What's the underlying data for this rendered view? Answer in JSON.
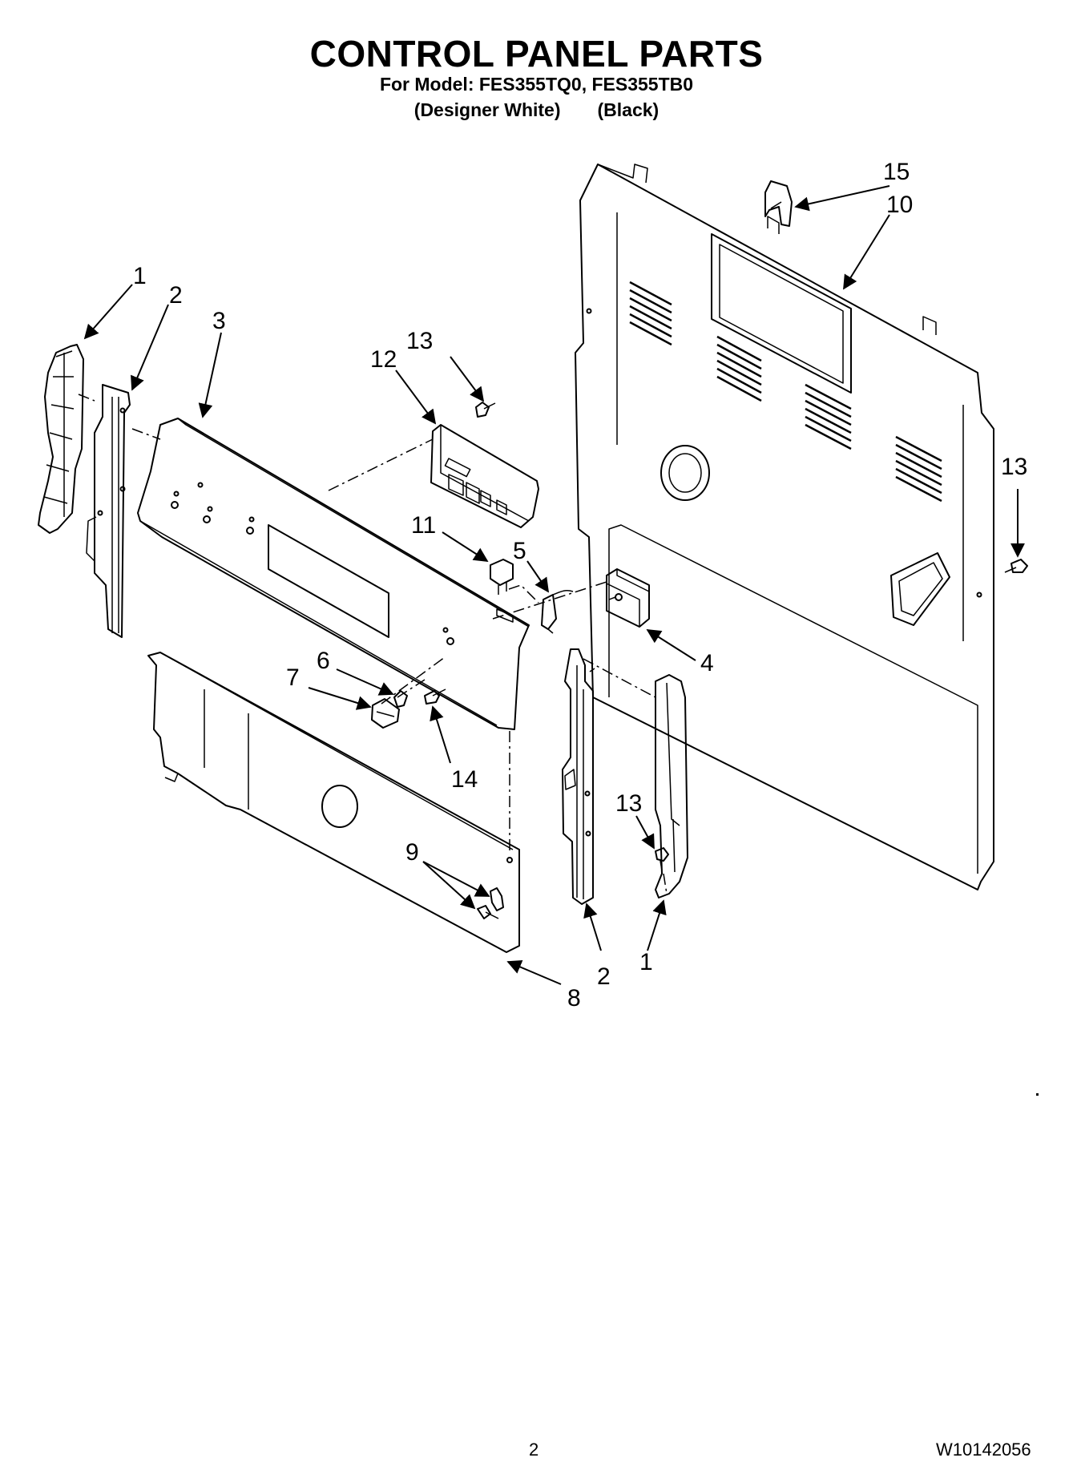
{
  "header": {
    "title": "CONTROL PANEL PARTS",
    "model_line": "For Model: FES355TQ0, FES355TB0",
    "variant_white": "(Designer White)",
    "variant_black": "(Black)"
  },
  "callouts": {
    "c1_left": "1",
    "c2_left": "2",
    "c3": "3",
    "c12": "12",
    "c13_top": "13",
    "c11": "11",
    "c5": "5",
    "c4": "4",
    "c6": "6",
    "c7": "7",
    "c14": "14",
    "c9": "9",
    "c8": "8",
    "c2_right": "2",
    "c1_right": "1",
    "c13_mid": "13",
    "c13_right": "13",
    "c15": "15",
    "c10": "10"
  },
  "footer": {
    "page_number": "2",
    "doc_number": "W10142056"
  }
}
